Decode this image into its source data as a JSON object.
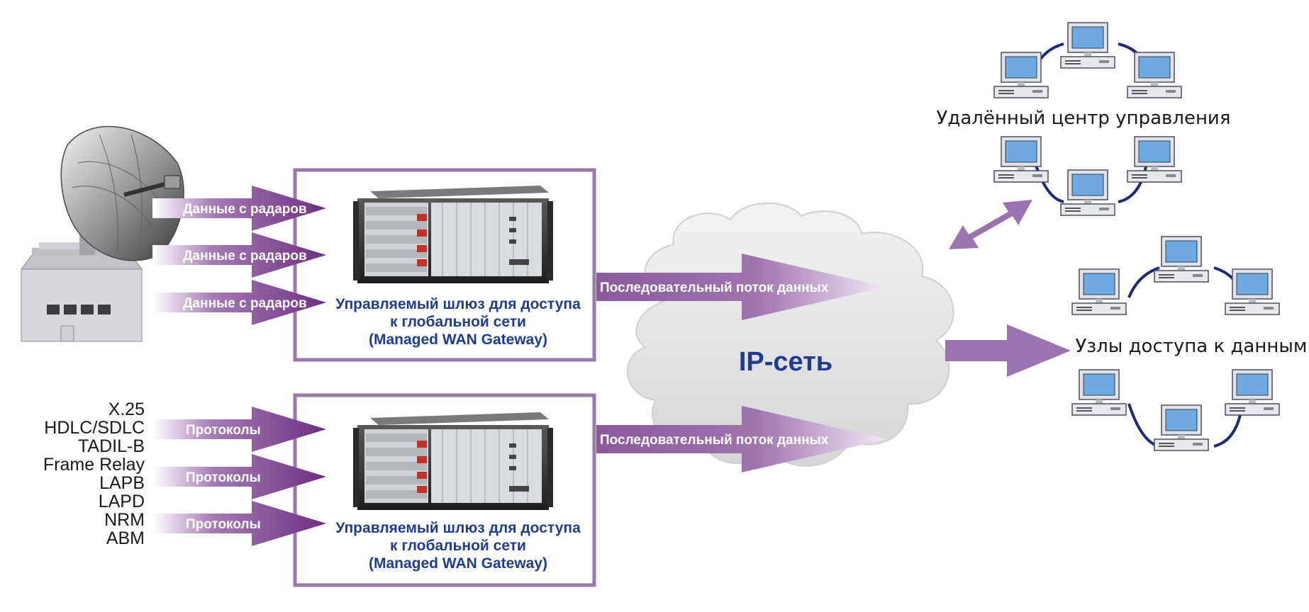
{
  "diagram": {
    "radar_arrows": [
      "Данные с радаров",
      "Данные с радаров",
      "Данные с радаров"
    ],
    "protocol_arrows": [
      "Протоколы",
      "Протоколы",
      "Протоколы"
    ],
    "protocols": [
      "X.25",
      "HDLC/SDLC",
      "TADIL-B",
      "Frame Relay",
      "LAPB",
      "LAPD",
      "NRM",
      "ABM"
    ],
    "gateway_caption": [
      "Управляемый шлюз для доступа",
      "к глобальной сети",
      "(Managed WAN Gateway)"
    ],
    "serial_stream_label": "Последовательный поток данных",
    "cloud_label": "IP-сеть",
    "remote_center_label": "Удалённый центр управления",
    "data_nodes_label": "Узлы доступа к данным"
  },
  "colors": {
    "arrow_purple": "#7a3f8c",
    "box_border": "#9a78aa",
    "caption_blue": "#1f3c8f",
    "cloud_gray": "#e4e4e6",
    "screen_blue": "#6ea9e0",
    "link_navy": "#1e2a78"
  },
  "icons": [
    "satellite-dish-icon",
    "wan-gateway-chassis-icon",
    "workstation-icon",
    "cloud-icon"
  ]
}
